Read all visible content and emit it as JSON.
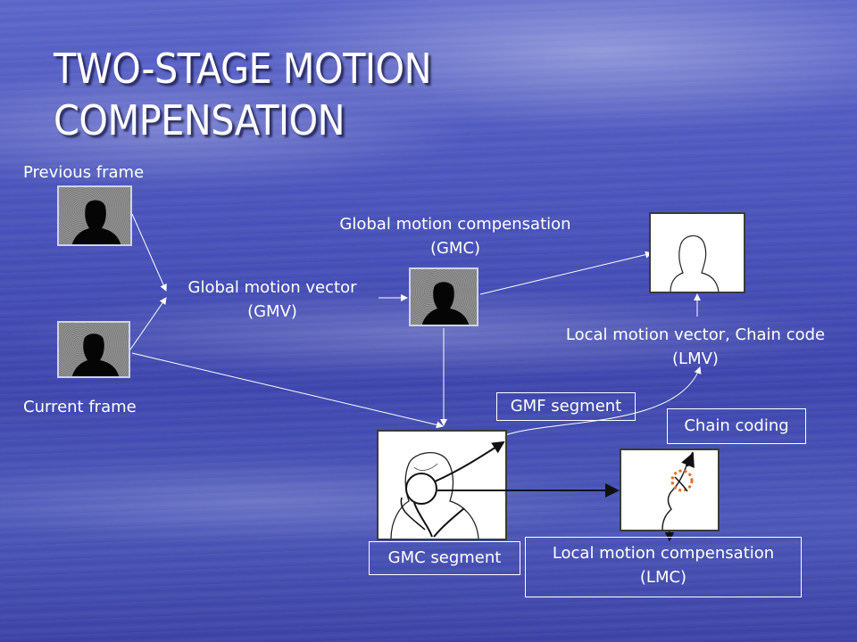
{
  "slide": {
    "title_line1": "TWO-STAGE MOTION",
    "title_line2": "COMPENSATION"
  },
  "labels": {
    "previous_frame": "Previous frame",
    "current_frame": "Current frame",
    "gmv_line1": "Global motion vector",
    "gmv_line2": "(GMV)",
    "gmc_line1": "Global motion compensation",
    "gmc_line2": "(GMC)",
    "lmv_line1": "Local motion vector, Chain code",
    "lmv_line2": "(LMV)",
    "gmf_segment": "GMF segment",
    "chain_coding": "Chain coding",
    "gmc_segment": "GMC segment",
    "lmc_line1": "Local motion compensation",
    "lmc_line2": "(LMC)"
  },
  "colors": {
    "background": "#4650b8",
    "text": "#ffffff",
    "highlight_circle": "#e07020"
  }
}
